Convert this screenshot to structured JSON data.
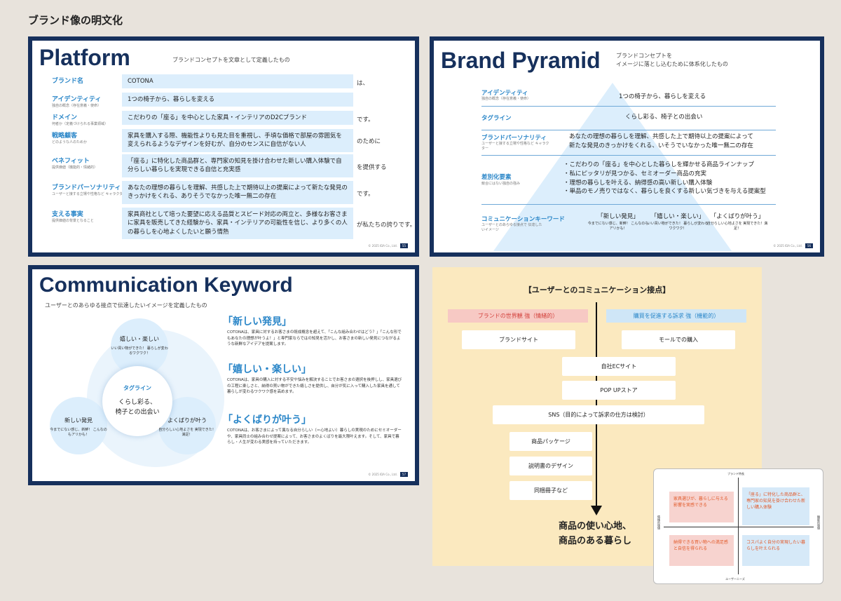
{
  "page_title": "ブランド像の明文化",
  "platform": {
    "title": "Platform",
    "subtitle": "ブランドコンセプトを文章として定義したもの",
    "rows": [
      {
        "label": "ブランド名",
        "sub": "",
        "text": "COTONA",
        "suffix": "は、"
      },
      {
        "label": "アイデンティティ",
        "sub": "独自の概念（存在意義・使命）",
        "text": "1つの椅子から、暮らしを変える",
        "suffix": ""
      },
      {
        "label": "ドメイン",
        "sub": "何者か（定義づけられる事業領域）",
        "text": "こだわりの「座る」を中心とした家具・インテリアのD2Cブランド",
        "suffix": "です。"
      },
      {
        "label": "戦略顧客",
        "sub": "どのような人のためか",
        "text": "家具を購入する際、機能性よりも見た目を重視し、手頃な価格で部屋の雰囲気を変えられるようなデザインを好むが、自分のセンスに自信がない人",
        "suffix": "のために"
      },
      {
        "label": "ベネフィット",
        "sub": "提供価値（機能的・情緒的）",
        "text": "「座る」に特化した商品群と、専門家の知見を掛け合わせた新しい購入体験で自分らしい暮らしを実現できる自信と充実感",
        "suffix": "を提供する"
      },
      {
        "label": "ブランドパーソナリティ",
        "sub": "ユーザーと接する立場や性格など キャラクター",
        "text": "あなたの理想の暮らしを理解、共感した上で期待以上の提案によって新たな発見のきっかけをくれる、ありそうでなかった唯一無二の存在",
        "suffix": "です。"
      },
      {
        "label": "支える事実",
        "sub": "提供価値の背景となること",
        "text": "家具商社として培った要望に応える品質とスピード対応の両立と、多様なお客さまに家具を販売してきた経験から、家具・インテリアの可能性を信じ、より多くの人の暮らしを心地よくしたいと願う情熱",
        "suffix": "が私たちの誇りです。"
      }
    ],
    "footer": "© 2025 IDA Co., Ltd.",
    "page": "55"
  },
  "pyramid": {
    "title": "Brand Pyramid",
    "subtitle_1": "ブランドコンセプトを",
    "subtitle_2": "イメージに落とし込むために体系化したもの",
    "identity_label": "アイデンティティ",
    "identity_sub": "独自の概念（存在意義・使命）",
    "identity_text": "1つの椅子から、暮らしを変える",
    "tagline_label": "タグライン",
    "tagline_text": "くらし彩る、椅子との出会い",
    "personality_label": "ブランドパーソナリティ",
    "personality_sub": "ユーザーと接する立場や性格など キャラクター",
    "personality_text_1": "あなたの理想の暮らしを理解、共感した上で期待以上の提案によって",
    "personality_text_2": "新たな発見のきっかけをくれる、いそうでいなかった唯一無二の存在",
    "diff_label": "差別化要素",
    "diff_sub": "競合にはない独自の強み",
    "diff_items": [
      "・こだわりの「座る」を中心とした暮らしを輝かせる商品ラインナップ",
      "・私にピッタリが見つかる、セミオーダー商品の充実",
      "・理想の暮らしを叶える、納得感の高い新しい購入体験",
      "・単品のモノ売りではなく、暮らしを良くする新しい気づきを与える提案型"
    ],
    "comm_label": "コミュニケーションキーワード",
    "comm_sub": "ユーザーとのあらゆる接点で 伝達したいイメージ",
    "keywords": [
      {
        "title": "「新しい発見」",
        "sub": "今までにない感じ、新鮮！ こんなのもアリかも！"
      },
      {
        "title": "「嬉しい・楽しい」",
        "sub": "いい買い物ができた！ 暮らしが変わるワクワク！"
      },
      {
        "title": "「よくばりが叶う」",
        "sub": "自分らしい心地よさを 実現できた！満足！"
      }
    ],
    "footer": "© 2025 IDA Co., Ltd.",
    "page": "56"
  },
  "keyword": {
    "title": "Communication Keyword",
    "subtitle": "ユーザーとのあらゆる接点で伝達したいイメージを定義したもの",
    "center_label": "タグライン",
    "center_text_1": "くらし彩る、",
    "center_text_2": "椅子との出会い",
    "circle_top_title": "嬉しい・楽しい",
    "circle_top_sub": "いい買い物ができた！ 暮らしが変わるワクワク！",
    "circle_left_title": "新しい発見",
    "circle_left_sub": "今までにない感じ、新鮮！ こんなのもアリかも！",
    "circle_right_title": "よくばりが叶う",
    "circle_right_sub": "自分らしい心地よさを 実現できた！満足！",
    "sections": [
      {
        "title": "「新しい発見」",
        "body": "COTONAは、家具に対するお客さまの既成概念を超えて、「こんな組み合わせはどう？」「こんな形でもあなたの理想が叶うよ！」と専門家ならではの知見を活かし、お客さまの新しい発見につながるような新鮮なアイデアを提案します。"
      },
      {
        "title": "「嬉しい・楽しい」",
        "body": "COTONAは、家具の購入に対する不安や悩みを解決することでお客さまの選択を後押しし、家具選びの工程に楽しさと、納得の買い物ができた嬉しさを提供し、自分が気に入って購入した家具を通して暮らしが変わるワクワク感を高めます。"
      },
      {
        "title": "「よくばりが叶う」",
        "body": "COTONAは、お客さまによって異なる自分らしい（＝心地よい）暮らしの実現のためにセミオーダーや、家具同士の組み合わせ提案によって、お客さまのよくばりを最大限叶えます。そして、家具で暮らし・人生が変わる実感を持っていただきます。"
      }
    ],
    "footer": "© 2025 IDA Co., Ltd.",
    "page": "57"
  },
  "touchpoints": {
    "title": "【ユーザーとのコミュニケーション接点】",
    "left_tag": "ブランドの世界観 強（情緒的）",
    "right_tag": "購買を促進する訴求 強（機能的）",
    "brand_site": "ブランドサイト",
    "mall": "モールでの購入",
    "ec_site": "自社ECサイト",
    "popup": "POP UPストア",
    "sns": "SNS（目的によって訴求の仕方は検討）",
    "package": "商品パッケージ",
    "manual": "説明書のデザイン",
    "leaflet": "同梱冊子など",
    "end_text_1": "商品の使い心地、",
    "end_text_2": "商品のある暮らし",
    "colors": {
      "left_tag_bg": "#f7c9c4",
      "right_tag_bg": "#cfe6f7",
      "bg": "#fbe9bf"
    }
  },
  "matrix": {
    "top_axis": "ブランド特長",
    "bottom_axis": "ユーザーニーズ",
    "left_axis": "情緒的価値",
    "right_axis": "機能的価値",
    "tl": "家具選びが、暮らしに与える影響を実感できる",
    "tr": "「座る」に特化した商品群と、専門家の知見を掛け合わせた新しい購入体験",
    "bl": "納得できる買い物への満足感と自信を得られる",
    "br": "コスパよく自分の実現したい暮らしを叶えられる"
  }
}
